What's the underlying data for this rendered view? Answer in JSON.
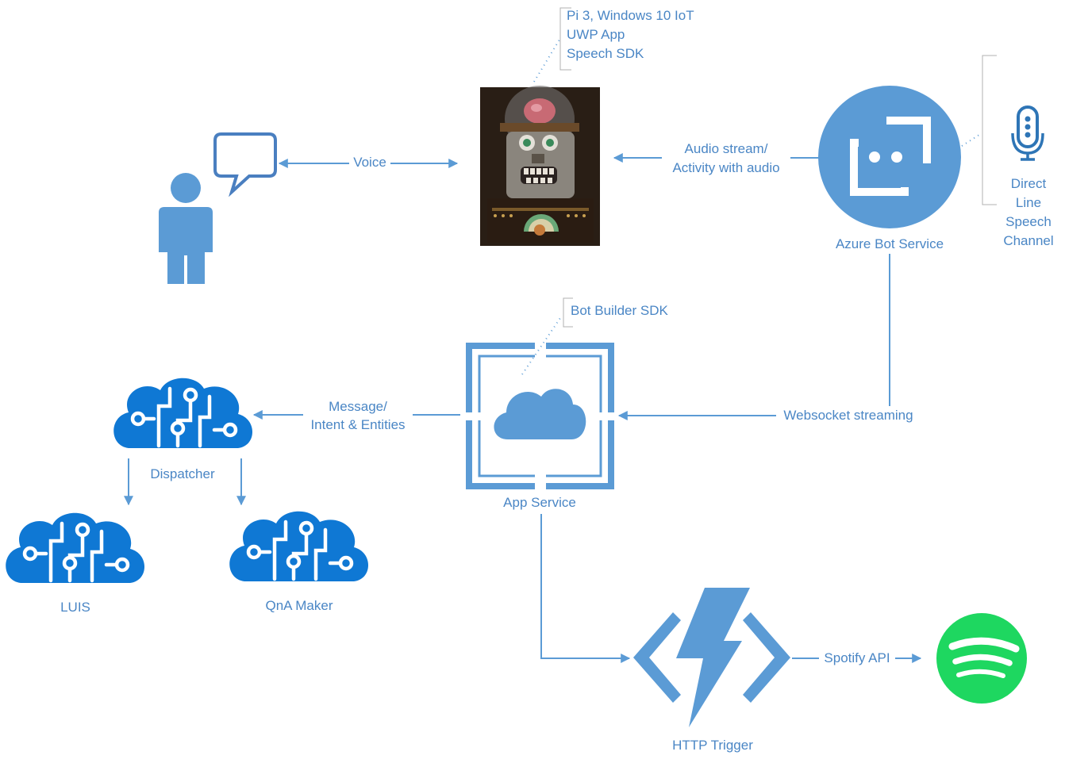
{
  "notes": {
    "device_line1": "Pi 3, Windows 10 IoT",
    "device_line2": "UWP App",
    "device_line3": "Speech SDK",
    "app_service_note": "Bot Builder SDK"
  },
  "nodes": {
    "azure_bot_service": "Azure Bot Service",
    "direct_line_speech_line1": "Direct",
    "direct_line_speech_line2": "Line",
    "direct_line_speech_line3": "Speech",
    "direct_line_speech_line4": "Channel",
    "app_service": "App Service",
    "dispatcher": "Dispatcher",
    "luis": "LUIS",
    "qna_maker": "QnA Maker",
    "http_trigger": "HTTP Trigger"
  },
  "edges": {
    "voice": "Voice",
    "audio_stream_line1": "Audio stream/",
    "audio_stream_line2": "Activity with audio",
    "websocket": "Websocket streaming",
    "message_line1": "Message/",
    "message_line2": "Intent & Entities",
    "spotify_api": "Spotify API"
  },
  "colors": {
    "primary_blue": "#5b9bd5",
    "dark_blue": "#2e75b6",
    "cognitive_blue": "#0f78d4",
    "spotify_green": "#1ed760",
    "label_blue": "#4a86c5"
  },
  "icons": {
    "user": "person-icon",
    "speech": "speech-bubble-icon",
    "device": "robot-head-photo",
    "bot": "azure-bot-service-icon",
    "mic": "microphone-icon",
    "app": "app-service-icon",
    "brain": "cognitive-services-brain-icon",
    "function": "azure-function-icon",
    "spotify": "spotify-logo"
  }
}
